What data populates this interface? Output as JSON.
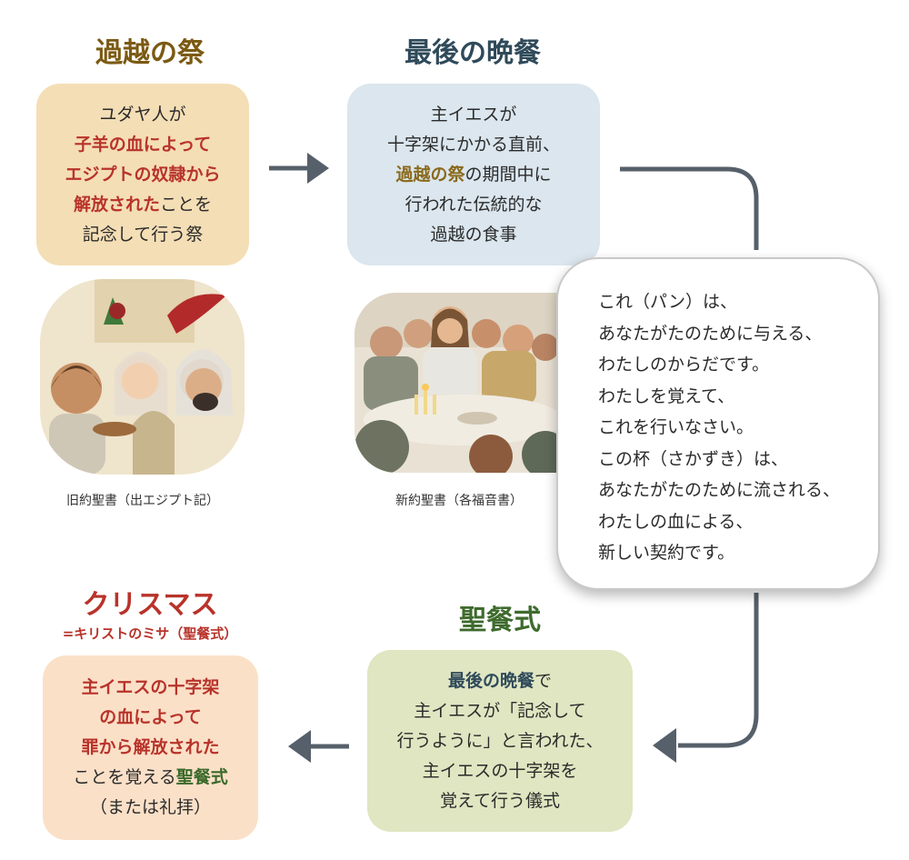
{
  "passover": {
    "title": "過越の祭",
    "lines": [
      {
        "parts": [
          {
            "t": "ユダヤ人が",
            "s": ""
          }
        ]
      },
      {
        "parts": [
          {
            "t": "子羊の血によって",
            "s": "red"
          }
        ]
      },
      {
        "parts": [
          {
            "t": "エジプトの奴隷から",
            "s": "red"
          }
        ]
      },
      {
        "parts": [
          {
            "t": "解放された",
            "s": "red"
          },
          {
            "t": "ことを",
            "s": ""
          }
        ]
      },
      {
        "parts": [
          {
            "t": "記念して行う祭",
            "s": ""
          }
        ]
      }
    ],
    "caption": "旧約聖書（出エジプト記）"
  },
  "last_supper": {
    "title": "最後の晩餐",
    "lines": [
      {
        "parts": [
          {
            "t": "主イエスが",
            "s": ""
          }
        ]
      },
      {
        "parts": [
          {
            "t": "十字架にかかる直前、",
            "s": ""
          }
        ]
      },
      {
        "parts": [
          {
            "t": "過越の祭",
            "s": "gold"
          },
          {
            "t": "の期間中に",
            "s": ""
          }
        ]
      },
      {
        "parts": [
          {
            "t": "行われた伝統的な",
            "s": ""
          }
        ]
      },
      {
        "parts": [
          {
            "t": "過越の食事",
            "s": ""
          }
        ]
      }
    ],
    "caption": "新約聖書（各福音書）"
  },
  "quote": {
    "lines": [
      "これ（パン）は、",
      "あなたがたのために与える、",
      "わたしのからだです。",
      "わたしを覚えて、",
      "これを行いなさい。",
      "この杯（さかずき）は、",
      "あなたがたのために流される、",
      "わたしの血による、",
      "新しい契約です。"
    ]
  },
  "christmas": {
    "title": "クリスマス",
    "subtitle": "=キリストのミサ（聖餐式）",
    "lines": [
      {
        "parts": [
          {
            "t": "主イエスの十字架",
            "s": "red"
          }
        ]
      },
      {
        "parts": [
          {
            "t": "の血によって",
            "s": "red"
          }
        ]
      },
      {
        "parts": [
          {
            "t": "罪から解放された",
            "s": "red"
          }
        ]
      },
      {
        "parts": [
          {
            "t": "ことを覚える",
            "s": ""
          },
          {
            "t": "聖餐式",
            "s": "green"
          }
        ]
      },
      {
        "parts": [
          {
            "t": "（または礼拝）",
            "s": ""
          }
        ]
      }
    ]
  },
  "communion": {
    "title": "聖餐式",
    "lines": [
      {
        "parts": [
          {
            "t": "最後の晩餐",
            "s": "navy"
          },
          {
            "t": "で",
            "s": ""
          }
        ]
      },
      {
        "parts": [
          {
            "t": "主イエスが「記念して",
            "s": ""
          }
        ]
      },
      {
        "parts": [
          {
            "t": "行うように」と言われた、",
            "s": ""
          }
        ]
      },
      {
        "parts": [
          {
            "t": "主イエスの十字架を",
            "s": ""
          }
        ]
      },
      {
        "parts": [
          {
            "t": "覚えて行う儀式",
            "s": ""
          }
        ]
      }
    ]
  },
  "colors": {
    "title_passover": "#7b5a12",
    "title_last_supper": "#2f4a5a",
    "title_christmas": "#b8332a",
    "title_communion": "#3f6b2e",
    "box_passover": "#f4deb5",
    "box_last_supper": "#dbe6ee",
    "box_christmas": "#fbe0c8",
    "box_communion": "#dfe6c1",
    "arrow": "#56606a"
  }
}
